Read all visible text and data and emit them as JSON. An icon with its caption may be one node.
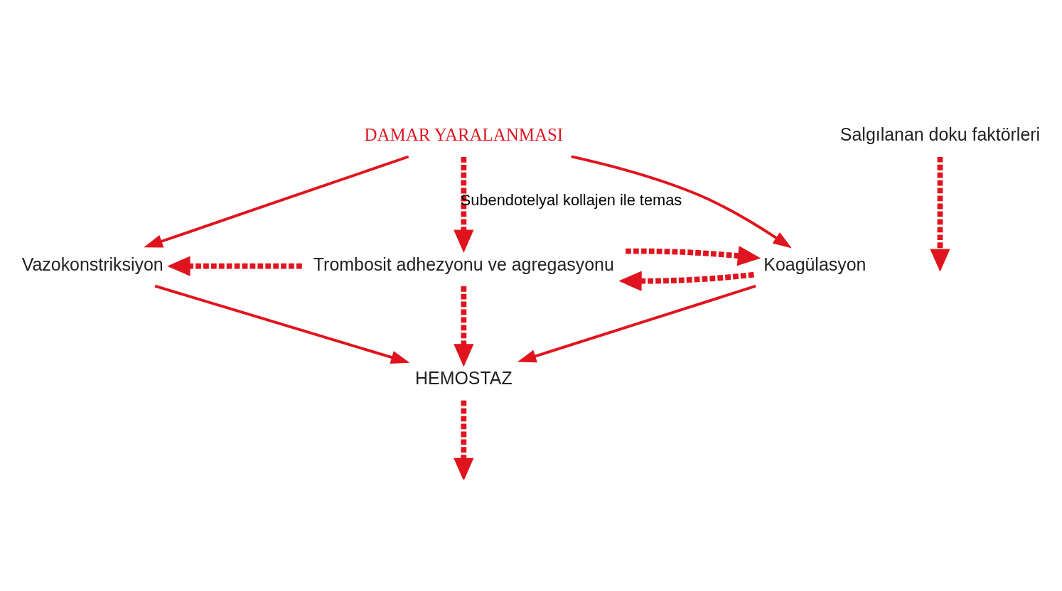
{
  "diagram": {
    "nodes": [
      {
        "text": [
          "DAMAR YARALANMASI"
        ]
      },
      {
        "text": [
          "Vazokonstriksiyon"
        ]
      },
      {
        "text": [
          "Trombosit adhezyonu ve agregasyonu"
        ]
      },
      {
        "text": [
          "Salgılanan doku faktörleri"
        ]
      },
      {
        "text": [
          "Koagülasyon"
        ]
      },
      {
        "text": [
          "HEMOSTAZ"
        ]
      }
    ],
    "edges": [
      {
        "from": 0,
        "to": 1,
        "arrow": "to"
      },
      {
        "from": 0,
        "to": 2,
        "arrow": "to",
        "style": "dashed",
        "label": "Subendotelyal kollajen ile temas"
      },
      {
        "from": 0,
        "to": 4,
        "arrow": "to"
      },
      {
        "from": 3,
        "to": null,
        "arrow": "to",
        "style": "dashed"
      },
      {
        "from": 2,
        "to": 1,
        "arrow": "to",
        "style": "dashed"
      },
      {
        "from": 4,
        "to": 2,
        "arrow": "to",
        "style": "dashed"
      },
      {
        "from": 2,
        "to": 4,
        "arrow": "to",
        "style": "dashed"
      },
      {
        "from": 1,
        "to": 5,
        "arrow": "to"
      },
      {
        "from": 2,
        "to": 5,
        "arrow": "to",
        "style": "dashed"
      },
      {
        "from": 4,
        "to": 5,
        "arrow": "to"
      },
      {
        "from": 5,
        "to": null,
        "arrow": "to",
        "style": "dashed"
      }
    ]
  }
}
